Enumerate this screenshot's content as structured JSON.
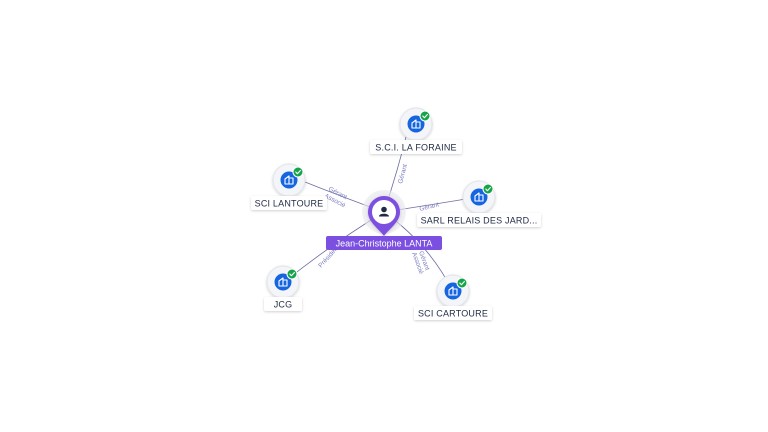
{
  "colors": {
    "accent": "#7b4fe0",
    "company_icon": "#1565e0",
    "check_badge": "#16a34a",
    "edge": "#6d6ea3",
    "edge_label": "#7b7fbf"
  },
  "icons": {
    "company": "building-icon",
    "verified": "check-circle-icon",
    "person": "person-icon"
  },
  "center": {
    "name": "Jean-Christophe LANTA"
  },
  "companies": [
    {
      "id": "foraine",
      "name": "S.C.I. LA FORAINE"
    },
    {
      "id": "lantoure",
      "name": "SCI LANTOURE"
    },
    {
      "id": "relais",
      "name": "SARL RELAIS DES JARD..."
    },
    {
      "id": "jcg",
      "name": "JCG"
    },
    {
      "id": "cartoure",
      "name": "SCI CARTOURE"
    }
  ],
  "edges": [
    {
      "to": "foraine",
      "labels": [
        "Gérant"
      ]
    },
    {
      "to": "lantoure",
      "labels": [
        "Gérant",
        "Associé"
      ]
    },
    {
      "to": "relais",
      "labels": [
        "Gérant"
      ]
    },
    {
      "to": "jcg",
      "labels": [
        "Président"
      ]
    },
    {
      "to": "cartoure",
      "labels": [
        "Gérant",
        "Associé"
      ]
    }
  ]
}
